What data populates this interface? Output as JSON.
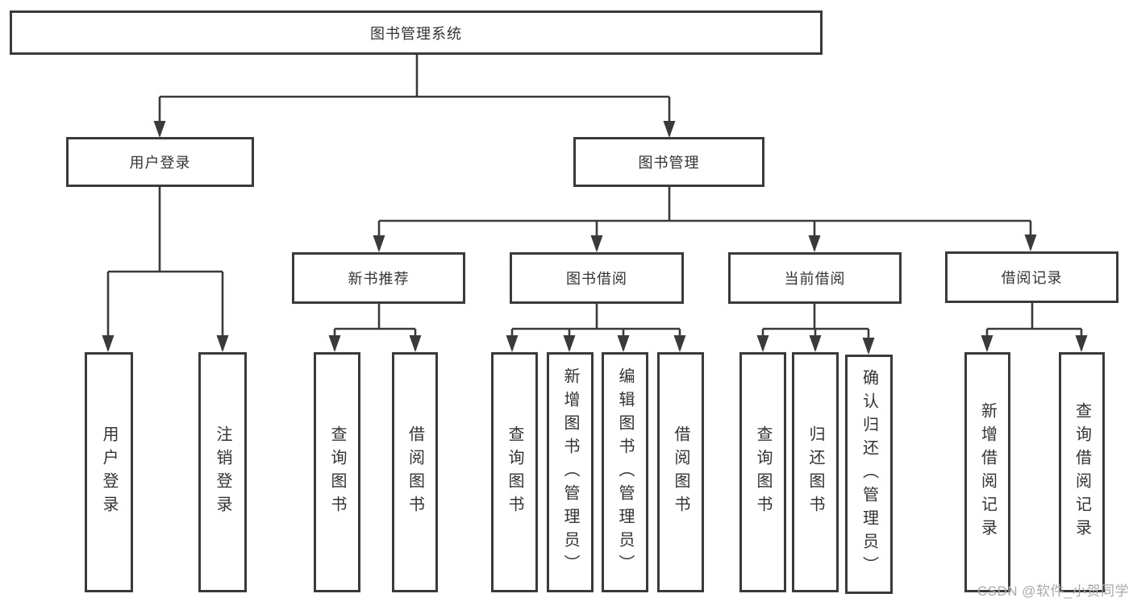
{
  "diagram": {
    "title": "图书管理系统",
    "root": {
      "label": "图书管理系统"
    },
    "level2": [
      {
        "id": "user-login",
        "label": "用户登录"
      },
      {
        "id": "book-management",
        "label": "图书管理"
      }
    ],
    "level3": [
      {
        "id": "new-book-recommend",
        "label": "新书推荐",
        "parent": "图书管理"
      },
      {
        "id": "book-borrowing",
        "label": "图书借阅",
        "parent": "图书管理"
      },
      {
        "id": "current-borrowing",
        "label": "当前借阅",
        "parent": "图书管理"
      },
      {
        "id": "borrowing-records",
        "label": "借阅记录",
        "parent": "图书管理"
      }
    ],
    "leaves": [
      {
        "id": "user-login-leaf",
        "label": "用户登录",
        "parent": "用户登录"
      },
      {
        "id": "logout-leaf",
        "label": "注销登录",
        "parent": "用户登录"
      },
      {
        "id": "recommend-query-books",
        "label": "查询图书",
        "parent": "新书推荐"
      },
      {
        "id": "recommend-borrow-books",
        "label": "借阅图书",
        "parent": "新书推荐"
      },
      {
        "id": "borrowing-query-books",
        "label": "查询图书",
        "parent": "图书借阅"
      },
      {
        "id": "borrowing-add-books-admin",
        "label": "新增图书（管理员）",
        "parent": "图书借阅"
      },
      {
        "id": "borrowing-edit-books-admin",
        "label": "编辑图书（管理员）",
        "parent": "图书借阅"
      },
      {
        "id": "borrowing-borrow-books",
        "label": "借阅图书",
        "parent": "图书借阅"
      },
      {
        "id": "current-query-books",
        "label": "查询图书",
        "parent": "当前借阅"
      },
      {
        "id": "current-return-books",
        "label": "归还图书",
        "parent": "当前借阅"
      },
      {
        "id": "current-confirm-return-admin",
        "label": "确认归还（管理员）",
        "parent": "当前借阅"
      },
      {
        "id": "records-add-record",
        "label": "新增借阅记录",
        "parent": "借阅记录"
      },
      {
        "id": "records-query-record",
        "label": "查询借阅记录",
        "parent": "借阅记录"
      }
    ]
  },
  "watermark": {
    "text": "CSDN @软件_小贺同学"
  },
  "colors": {
    "line": "#3a3a3a",
    "box_border": "#3a3a3a",
    "text": "#333333",
    "watermark": "#a9a9a9",
    "background": "#ffffff"
  }
}
